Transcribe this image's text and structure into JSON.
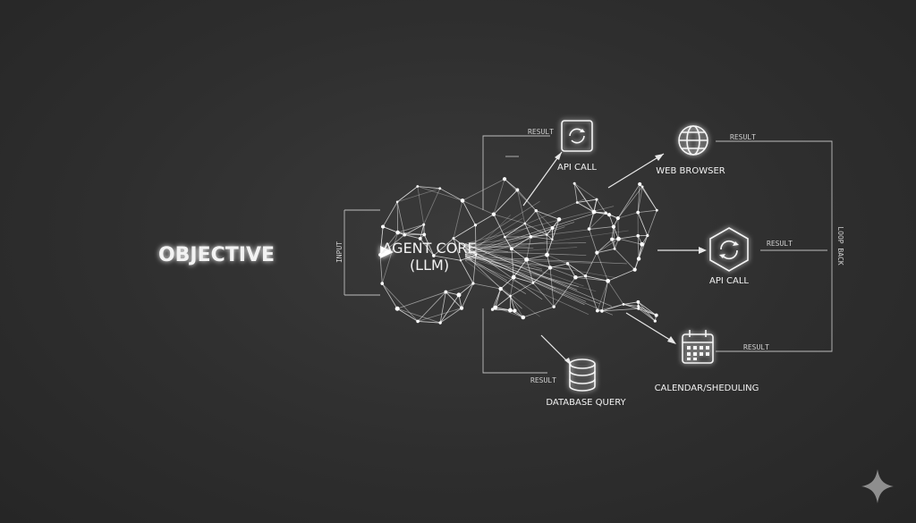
{
  "objective_label": "OBJECTIVE",
  "input_side_label": "INPUT",
  "agent_core": {
    "line1": "AGENT CORE",
    "line2": "(LLM)"
  },
  "tools": [
    {
      "label": "API CALL",
      "icon": "api-sync-icon"
    },
    {
      "label": "WEB BROWSER",
      "icon": "globe-icon"
    },
    {
      "label": "API CALL",
      "icon": "api-sync-icon"
    },
    {
      "label": "CALENDAR/SHEDULING",
      "icon": "calendar-icon"
    },
    {
      "label": "DATABASE QUERY",
      "icon": "database-icon"
    }
  ],
  "result_labels": [
    "RESULT",
    "RESULT",
    "RESULT",
    "RESULT",
    "RESULT"
  ],
  "vertical_label": "LOOP BACK",
  "colors": {
    "background": "#2e2e2e",
    "line": "#ffffff",
    "text": "#f2f2f2"
  }
}
